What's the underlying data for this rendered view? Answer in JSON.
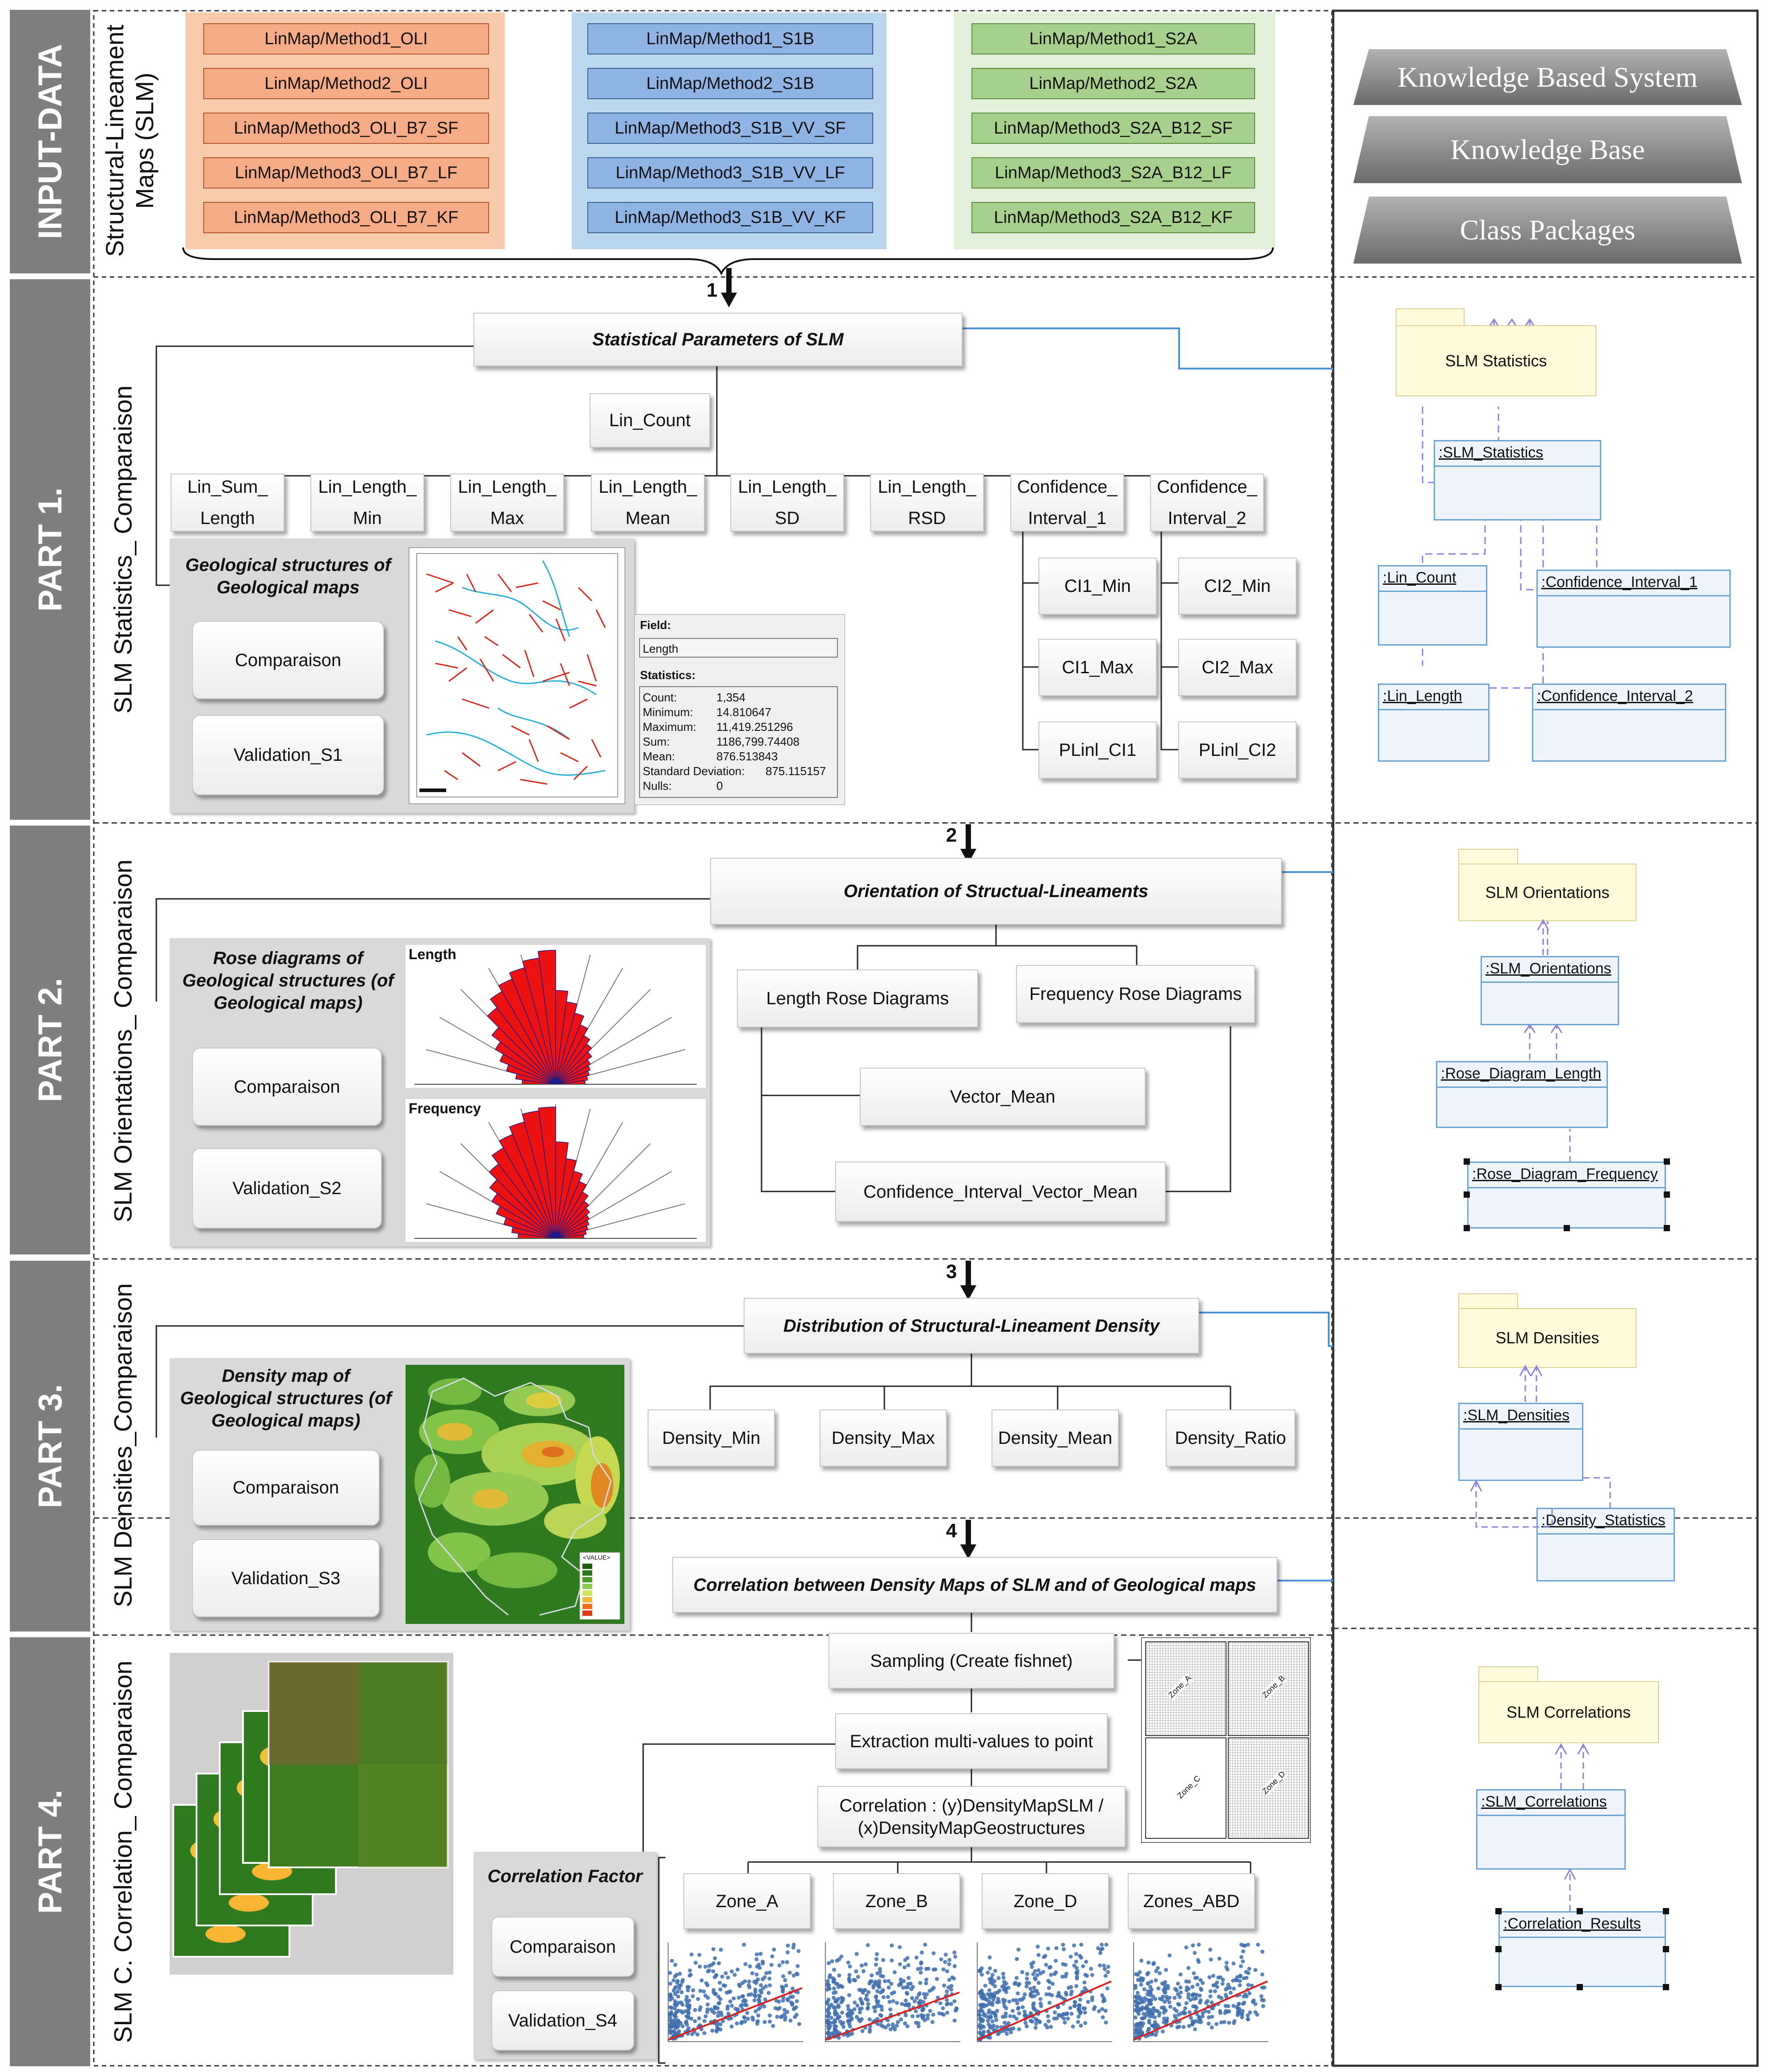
{
  "sides": {
    "input": "INPUT-DATA",
    "p1": "PART 1.",
    "p2": "PART 2.",
    "p3": "PART 3.",
    "p4": "PART 4."
  },
  "subs": {
    "input_l1": "Structural-Lineament",
    "input_l2": "Maps (SLM)",
    "p1": "SLM Statistics_ Comparaison",
    "p2": "SLM Orientations_ Comparaison",
    "p3": "SLM Densities_Comparaison",
    "p4": "SLM C. Correlation_ Comparaison"
  },
  "input_maps": {
    "oli": [
      "LinMap/Method1_OLI",
      "LinMap/Method2_OLI",
      "LinMap/Method3_OLI_B7_SF",
      "LinMap/Method3_OLI_B7_LF",
      "LinMap/Method3_OLI_B7_KF"
    ],
    "s1b": [
      "LinMap/Method1_S1B",
      "LinMap/Method2_S1B",
      "LinMap/Method3_S1B_VV_SF",
      "LinMap/Method3_S1B_VV_LF",
      "LinMap/Method3_S1B_VV_KF"
    ],
    "s2a": [
      "LinMap/Method1_S2A",
      "LinMap/Method2_S2A",
      "LinMap/Method3_S2A_B12_SF",
      "LinMap/Method3_S2A_B12_LF",
      "LinMap/Method3_S2A_B12_KF"
    ]
  },
  "kbs": [
    "Knowledge Based System",
    "Knowledge Base",
    "Class Packages"
  ],
  "steps": [
    "1",
    "2",
    "3",
    "4"
  ],
  "part1": {
    "header": "Statistical Parameters of SLM",
    "count": "Lin_Count",
    "params": [
      [
        "Lin_Sum_",
        "Length"
      ],
      [
        "Lin_Length_",
        "Min"
      ],
      [
        "Lin_Length_",
        "Max"
      ],
      [
        "Lin_Length_",
        "Mean"
      ],
      [
        "Lin_Length_",
        "SD"
      ],
      [
        "Lin_Length_",
        "RSD"
      ],
      [
        "Confidence_",
        "Interval_1"
      ],
      [
        "Confidence_",
        "Interval_2"
      ]
    ],
    "ci1": [
      "CI1_Min",
      "CI1_Max",
      "PLinl_CI1"
    ],
    "ci2": [
      "CI2_Min",
      "CI2_Max",
      "PLinl_CI2"
    ],
    "panel_title": "Geological structures of Geological maps",
    "comparaison": "Comparaison",
    "validation": "Validation_S1",
    "stats_field_label": "Field:",
    "stats_field_value": "Length",
    "stats_title": "Statistics:",
    "stats": [
      [
        "Count:",
        "1,354"
      ],
      [
        "Minimum:",
        "14.810647"
      ],
      [
        "Maximum:",
        "11,419.251296"
      ],
      [
        "Sum:",
        "1186,799.74408"
      ],
      [
        "Mean:",
        "876.513843"
      ],
      [
        "Standard Deviation:",
        "875.115157"
      ],
      [
        "Nulls:",
        "0"
      ]
    ]
  },
  "part2": {
    "header": "Orientation of Structual-Lineaments",
    "length_rose": "Length Rose Diagrams",
    "freq_rose": "Frequency Rose Diagrams",
    "vector_mean": "Vector_Mean",
    "ci_vector_mean": "Confidence_Interval_Vector_Mean",
    "panel_title": "Rose diagrams of Geological structures (of Geological maps)",
    "comparaison": "Comparaison",
    "validation": "Validation_S2",
    "rose_length_label": "Length",
    "rose_freq_label": "Frequency"
  },
  "part3": {
    "header": "Distribution of Structural-Lineament Density",
    "items": [
      "Density_Min",
      "Density_Max",
      "Density_Mean",
      "Density_Ratio"
    ],
    "panel_title": "Density map of Geological structures (of Geological maps)",
    "comparaison": "Comparaison",
    "validation": "Validation_S3",
    "legend_title": "<VALUE>"
  },
  "part4": {
    "header": "Correlation between Density Maps of SLM and of Geological maps",
    "sampling": "Sampling (Create fishnet)",
    "extraction": "Extraction multi-values to point",
    "correlation_l1": "Correlation : (y)DensityMapSLM /",
    "correlation_l2": "(x)DensityMapGeostructures",
    "zones": [
      "Zone_A",
      "Zone_B",
      "Zone_D",
      "Zones_ABD"
    ],
    "factor_title": "Correlation Factor",
    "comparaison": "Comparaison",
    "validation": "Validation_S4",
    "fishnet_zones": [
      "Zone_A",
      "Zone_B",
      "Zone_C",
      "Zone_D"
    ]
  },
  "uml": {
    "pkg_stats": "SLM Statistics",
    "cls_stats": ":SLM_Statistics",
    "cls_count": ":Lin_Count",
    "cls_ci1": ":Confidence_Interval_1",
    "cls_length": ":Lin_Length",
    "cls_ci2": ":Confidence_Interval_2",
    "pkg_orient": "SLM Orientations",
    "cls_orient": ":SLM_Orientations",
    "cls_rose_len": ":Rose_Diagram_Length",
    "cls_rose_freq": ":Rose_Diagram_Frequency",
    "pkg_dens": "SLM Densities",
    "cls_dens": ":SLM_Densities",
    "cls_dens_stats": ":Density_Statistics",
    "pkg_corr": "SLM Correlations",
    "cls_corr": ":SLM_Correlations",
    "cls_corr_res": ":Correlation_Results"
  },
  "colors": {
    "side_bar": "#7f7f7f",
    "oli": "#f8cbad",
    "s1b": "#bdd7ee",
    "s2a": "#e2efda",
    "connector": "#4a90d9",
    "rose": "#ee1111",
    "regression": "#e02020",
    "scatter": "#3e6fae"
  }
}
